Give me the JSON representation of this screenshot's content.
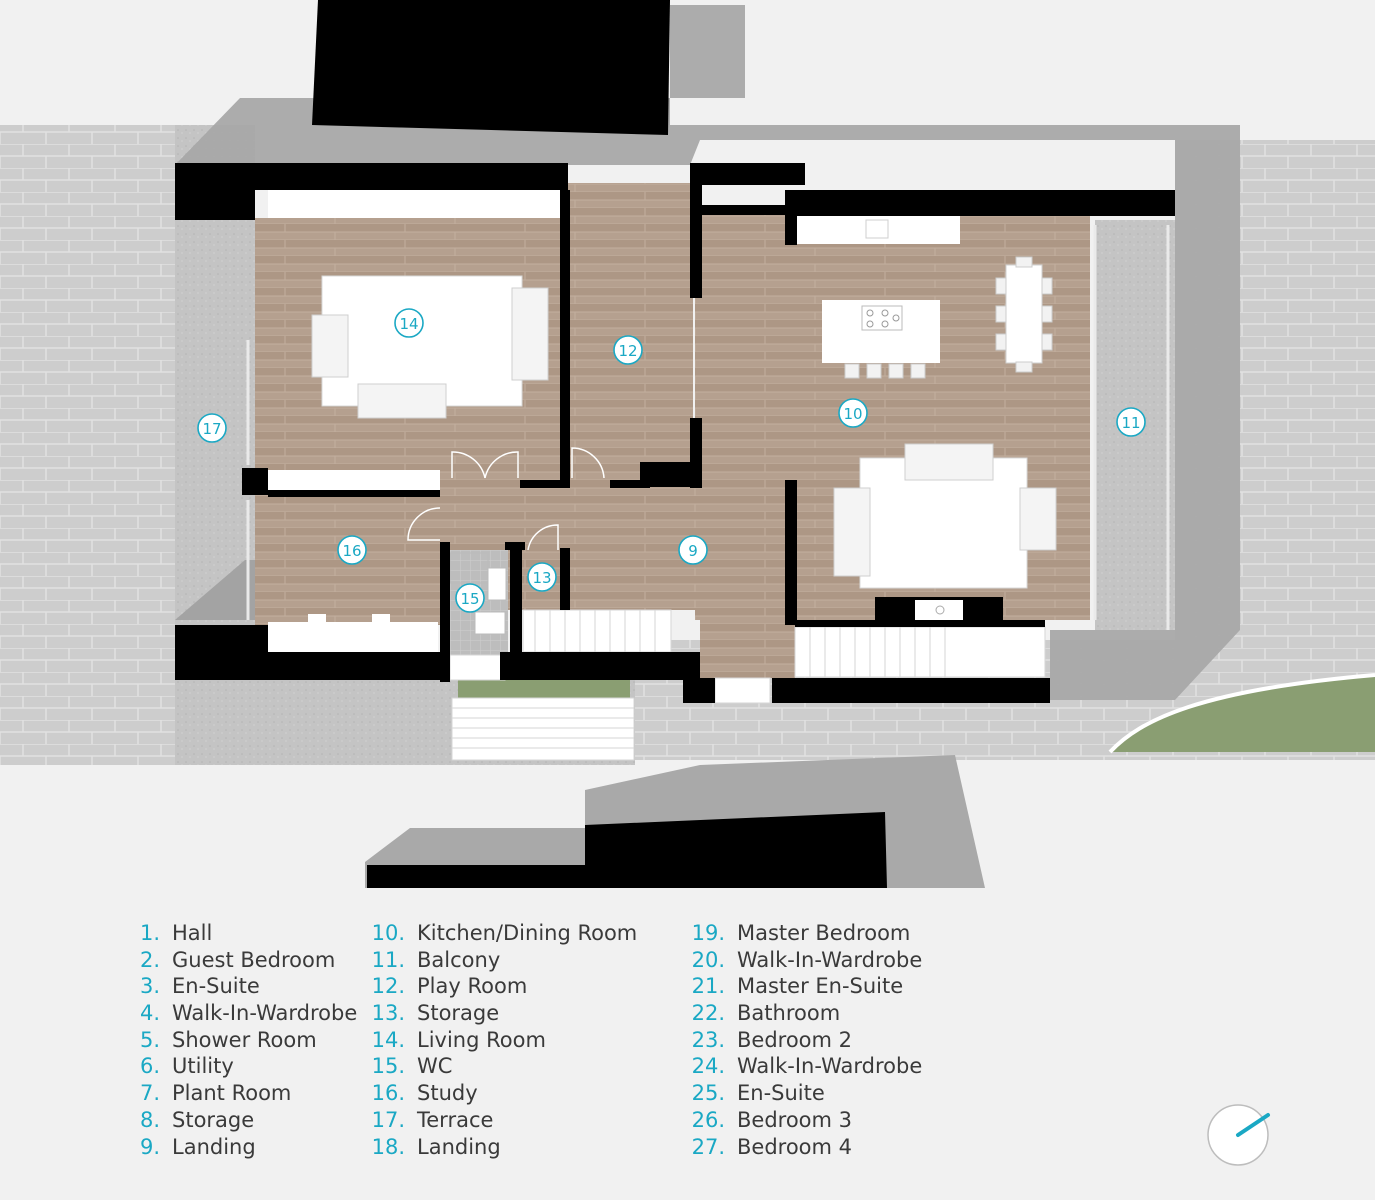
{
  "colors": {
    "accent": "#1aa8c4",
    "wall": "#000000",
    "floor": "#b39e8d",
    "paving": "#cccccc",
    "shadow": "#a9a9a9",
    "grass": "#8a9e72"
  },
  "plan": {
    "room_tags": [
      {
        "id": "9",
        "label": "9"
      },
      {
        "id": "10",
        "label": "10"
      },
      {
        "id": "11",
        "label": "11"
      },
      {
        "id": "12",
        "label": "12"
      },
      {
        "id": "13",
        "label": "13"
      },
      {
        "id": "14",
        "label": "14"
      },
      {
        "id": "15",
        "label": "15"
      },
      {
        "id": "16",
        "label": "16"
      },
      {
        "id": "17",
        "label": "17"
      }
    ],
    "north_icon": "north-arrow-icon"
  },
  "legend": {
    "columns": [
      [
        {
          "num": "1.",
          "label": "Hall"
        },
        {
          "num": "2.",
          "label": "Guest Bedroom"
        },
        {
          "num": "3.",
          "label": "En-Suite"
        },
        {
          "num": "4.",
          "label": "Walk-In-Wardrobe"
        },
        {
          "num": "5.",
          "label": "Shower Room"
        },
        {
          "num": "6.",
          "label": "Utility"
        },
        {
          "num": "7.",
          "label": "Plant Room"
        },
        {
          "num": "8.",
          "label": "Storage"
        },
        {
          "num": "9.",
          "label": "Landing"
        }
      ],
      [
        {
          "num": "10.",
          "label": "Kitchen/Dining Room"
        },
        {
          "num": "11.",
          "label": "Balcony"
        },
        {
          "num": "12.",
          "label": "Play Room"
        },
        {
          "num": "13.",
          "label": "Storage"
        },
        {
          "num": "14.",
          "label": "Living Room"
        },
        {
          "num": "15.",
          "label": "WC"
        },
        {
          "num": "16.",
          "label": "Study"
        },
        {
          "num": "17.",
          "label": "Terrace"
        },
        {
          "num": "18.",
          "label": "Landing"
        }
      ],
      [
        {
          "num": "19.",
          "label": "Master Bedroom"
        },
        {
          "num": "20.",
          "label": "Walk-In-Wardrobe"
        },
        {
          "num": "21.",
          "label": "Master En-Suite"
        },
        {
          "num": "22.",
          "label": "Bathroom"
        },
        {
          "num": "23.",
          "label": "Bedroom 2"
        },
        {
          "num": "24.",
          "label": "Walk-In-Wardrobe"
        },
        {
          "num": "25.",
          "label": "En-Suite"
        },
        {
          "num": "26.",
          "label": "Bedroom 3"
        },
        {
          "num": "27.",
          "label": "Bedroom 4"
        }
      ]
    ]
  }
}
